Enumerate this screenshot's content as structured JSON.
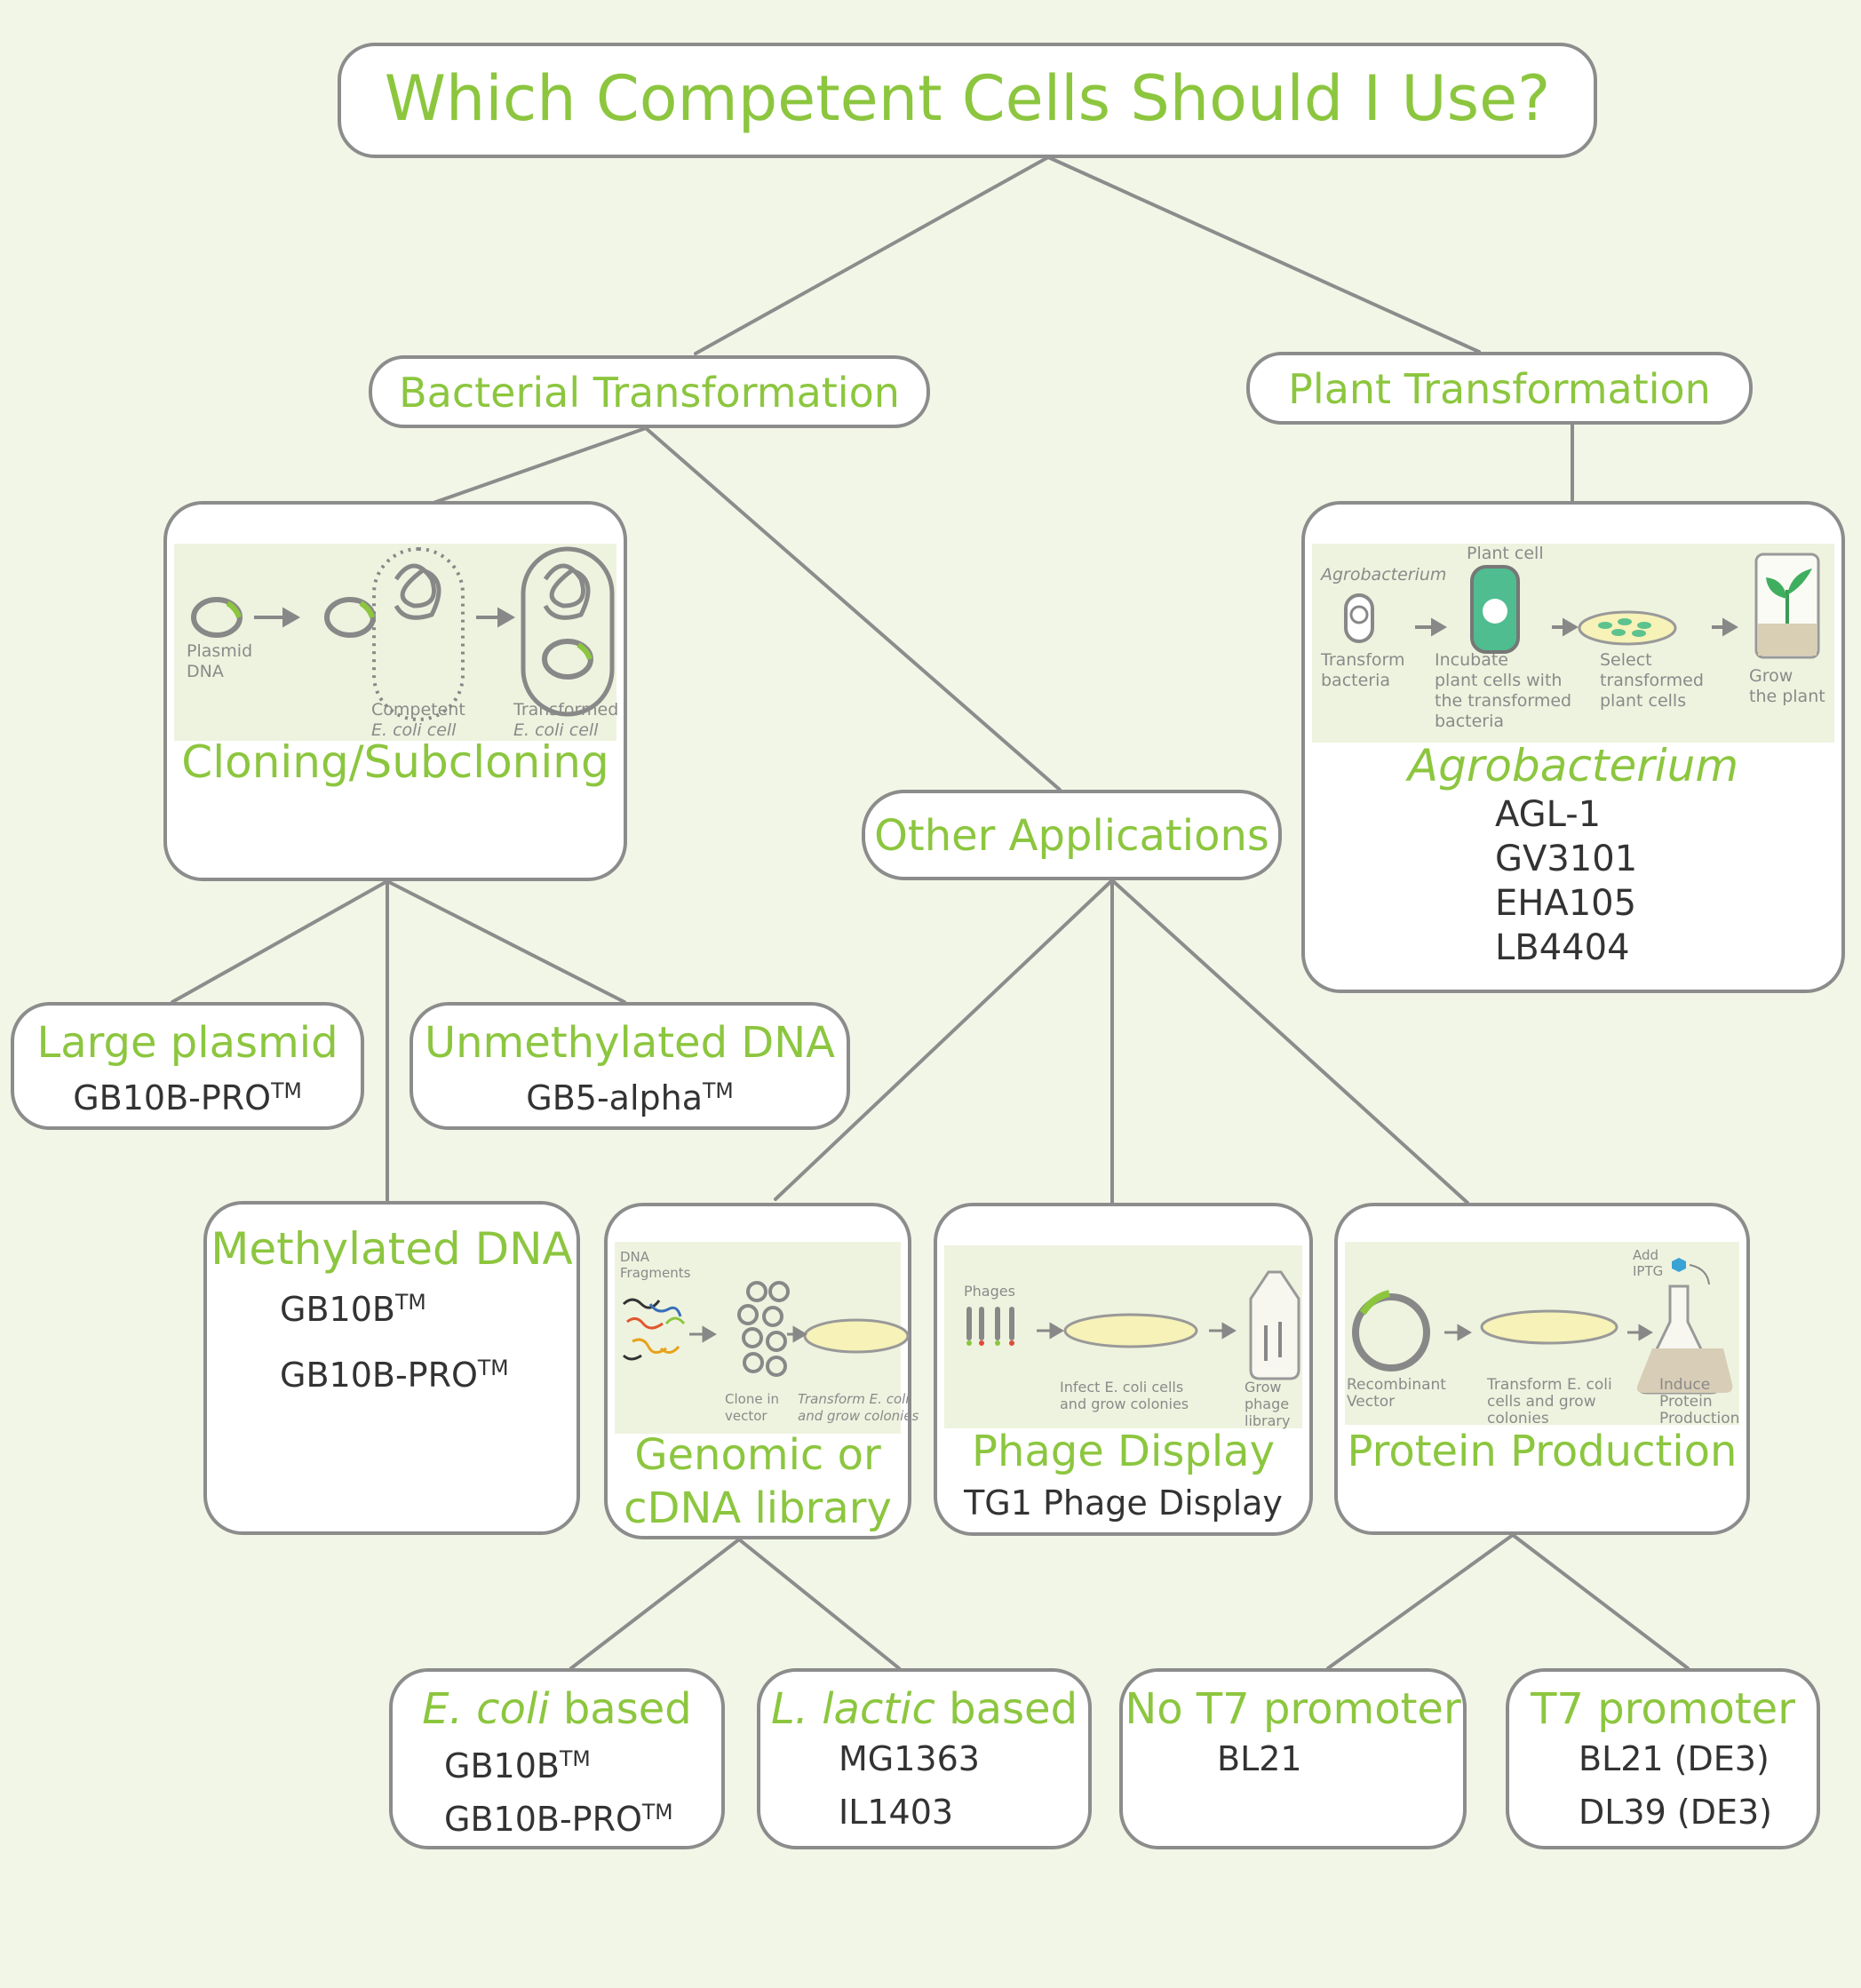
{
  "title": "Which Competent Cells Should I Use?",
  "bacterial": {
    "label": "Bacterial Transformation"
  },
  "plant": {
    "label": "Plant Transformation",
    "illustration": {
      "agrobacterium": "Agrobacterium",
      "plant_cell": "Plant cell",
      "step1": [
        "Transform",
        "bacteria"
      ],
      "step2": [
        "Incubate",
        "plant cells with",
        "the transformed",
        "bacteria"
      ],
      "step3": [
        "Select",
        "transformed",
        "plant cells"
      ],
      "step4": [
        "Grow",
        "the plant"
      ]
    },
    "title": "Agrobacterium",
    "strains": [
      "AGL-1",
      "GV3101",
      "EHA105",
      "LB4404"
    ]
  },
  "cloning": {
    "title": "Cloning/Subcloning",
    "illustration": {
      "plasmid": [
        "Plasmid",
        "DNA"
      ],
      "competent": [
        "Competent",
        "E. coli cell"
      ],
      "transformed": [
        "Transformed",
        "E. coli cell"
      ]
    }
  },
  "other": {
    "label": "Other Applications"
  },
  "large_plasmid": {
    "title": "Large plasmid",
    "strain": "GB10B-PRO",
    "tm": "TM"
  },
  "unmethylated": {
    "title": "Unmethylated DNA",
    "strain": "GB5-alpha",
    "tm": "TM"
  },
  "methylated": {
    "title": "Methylated DNA",
    "strains": [
      "GB10B",
      "GB10B-PRO"
    ],
    "tm": "TM"
  },
  "genomic": {
    "title_lines": [
      "Genomic or",
      "cDNA library"
    ],
    "illustration": {
      "fragments": [
        "DNA",
        "Fragments"
      ],
      "clone": [
        "Clone in",
        "vector"
      ],
      "transform": [
        "Transform E. coli",
        "and grow colonies"
      ]
    }
  },
  "phage": {
    "title": "Phage Display",
    "strain": "TG1 Phage Display",
    "illustration": {
      "phages": "Phages",
      "infect": [
        "Infect E. coli cells",
        "and grow colonies"
      ],
      "grow": [
        "Grow",
        "phage",
        "library"
      ]
    }
  },
  "protein": {
    "title": "Protein Production",
    "illustration": {
      "add": [
        "Add",
        "IPTG"
      ],
      "vector": [
        "Recombinant",
        "Vector"
      ],
      "transform": [
        "Transform E. coli",
        "cells and grow",
        "colonies"
      ],
      "induce": [
        "Induce",
        "Protein",
        "Production"
      ]
    }
  },
  "ecoli": {
    "title_italic": "E. coli",
    "title_rest": " based",
    "strains": [
      "GB10B",
      "GB10B-PRO"
    ],
    "tm": "TM"
  },
  "llactic": {
    "title_italic": "L. lactic",
    "title_rest": " based",
    "strains": [
      "MG1363",
      "IL1403"
    ]
  },
  "no_t7": {
    "title": "No T7 promoter",
    "strains": [
      "BL21"
    ]
  },
  "t7": {
    "title": "T7 promoter",
    "strains": [
      "BL21 (DE3)",
      "DL39 (DE3)"
    ]
  },
  "colors": {
    "green": "#8cc63f",
    "border": "#8c8c8c",
    "background": "#f2f6e7",
    "text": "#333333"
  }
}
